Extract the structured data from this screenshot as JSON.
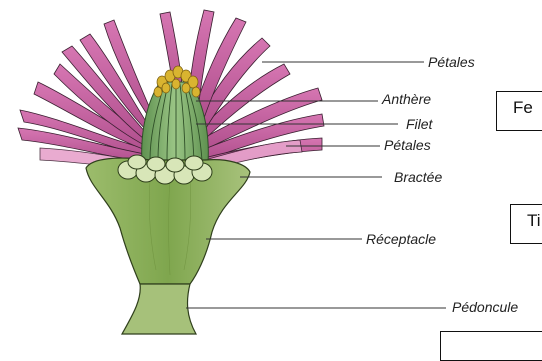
{
  "labels": {
    "petales_top": "Pétales",
    "anthere": "Anthère",
    "filet": "Filet",
    "petales_mid": "Pétales",
    "bractee": "Bractée",
    "receptacle": "Réceptacle",
    "pedoncule": "Pédoncule"
  },
  "answer_boxes": {
    "box1": "Fe",
    "box2": "Ti",
    "box3": ""
  },
  "colors": {
    "petal": "#c9609f",
    "petal_light": "#eab0d3",
    "bract": "#a8c07a",
    "receptacle": "#8fae58",
    "stamen": "#78a664",
    "anther": "#d9b430",
    "line": "#333333"
  }
}
